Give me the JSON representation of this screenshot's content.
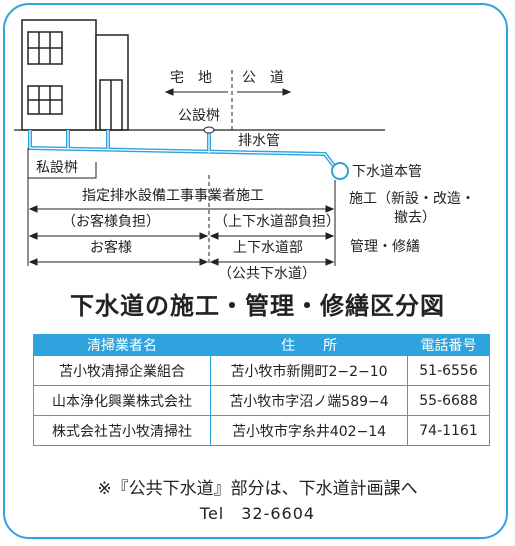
{
  "diagram": {
    "residential_land": "宅　地",
    "public_road": "公　道",
    "public_basin": "公設桝",
    "drain_pipe": "排水管",
    "private_basin": "私設桝",
    "main_sewer": "下水道本管",
    "designated_contractor": "指定排水設備工事事業者施工",
    "customer_cost": "（お客様負担）",
    "sewer_dept_cost": "（上下水道部負担）",
    "customer": "お客様",
    "sewer_dept": "上下水道部",
    "public_sewer": "（公共下水道）",
    "construction": "施工（新設・改造・",
    "removal": "撤去）",
    "management": "管理・修繕"
  },
  "title": "下水道の施工・管理・修繕区分図",
  "table": {
    "headers": [
      "清掃業者名",
      "住　　所",
      "電話番号"
    ],
    "rows": [
      [
        "苫小牧清掃企業組合",
        "苫小牧市新開町2−2−10",
        "51-6556"
      ],
      [
        "山本浄化興業株式会社",
        "苫小牧市字沼ノ端589−4",
        "55-6688"
      ],
      [
        "株式会社苫小牧清掃社",
        "苫小牧市字糸井402−14",
        "74-1161"
      ]
    ]
  },
  "note": "※『公共下水道』部分は、下水道計画課へ",
  "tel": "Tel　32-6604",
  "colors": {
    "accent": "#2ea3de",
    "border": "#2ea3de"
  }
}
